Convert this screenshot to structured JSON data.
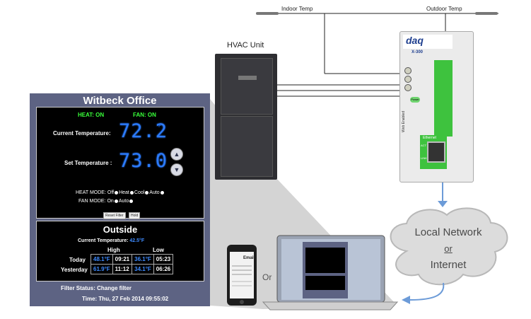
{
  "panel": {
    "title": "Witbeck Office",
    "heat_status": "HEAT: ON",
    "fan_status": "FAN: ON",
    "current_temp_label": "Current Temperature:",
    "current_temp_value": "72.2",
    "set_temp_label": "Set Temperature :",
    "set_temp_value": "73.0",
    "degree_unit": "ºF",
    "heat_mode_label": "HEAT MODE:",
    "heat_mode_options": [
      "Off",
      "Heat",
      "Cool",
      "Auto"
    ],
    "fan_mode_label": "FAN MODE:",
    "fan_mode_options": [
      "On",
      "Auto"
    ],
    "reset_filter_label": "Reset Filter",
    "hold_label": "Hold",
    "outside": {
      "title": "Outside",
      "current_temp_label": "Current Temperature:",
      "current_temp_value": "42.5°F",
      "high_header": "High",
      "low_header": "Low",
      "rows": [
        {
          "label": "Today",
          "high": "48.1°F",
          "high_time": "09:21",
          "low": "36.1°F",
          "low_time": "05:23"
        },
        {
          "label": "Yesterday",
          "high": "61.9°F",
          "high_time": "11:12",
          "low": "34.1°F",
          "low_time": "06:26"
        }
      ]
    },
    "filter_status": "Filter Status: Change filter",
    "time": "Time: Thu, 27 Feb 2014 09:55:02"
  },
  "diagram": {
    "indoor_temp_label": "Indoor Temp",
    "outdoor_temp_label": "Outdoor Temp",
    "hvac_label": "HVAC Unit",
    "or_label": "Or",
    "cloud_line1": "Local Network",
    "cloud_line2": "or",
    "cloud_line3": "Internet"
  },
  "daq": {
    "brand": "daq",
    "model": "X-300",
    "power_label": "Power",
    "web_enabled": "Web Enabled",
    "ethernet_label": "Ethernet",
    "act_label": "ACT",
    "link_label": "LINK"
  },
  "phone": {
    "title": "Email"
  },
  "colors": {
    "panel_bg": "#5d6383",
    "lcd_blue": "#2c7cff",
    "status_green": "#39ff3a",
    "arrow_blue": "#6c9bd8",
    "device_green": "#3ec23e"
  }
}
